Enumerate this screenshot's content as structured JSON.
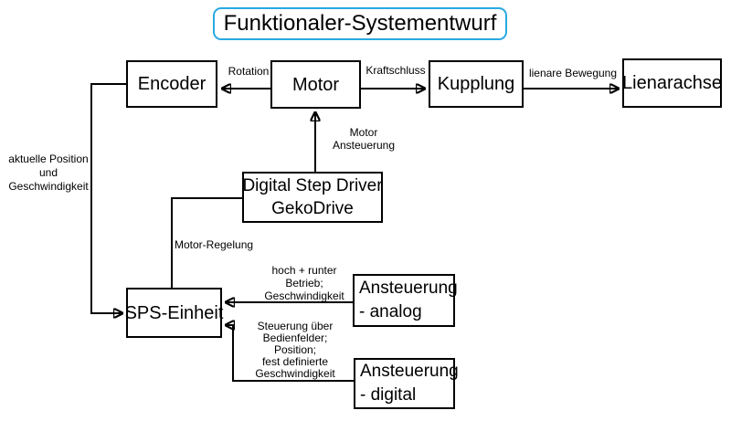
{
  "title": {
    "text": "Funktionaler-Systementwurf"
  },
  "colors": {
    "title_border": "#29A9E1",
    "line": "#000000",
    "box_border": "#000000",
    "background": "#FFFFFF",
    "text": "#000000"
  },
  "nodes": {
    "encoder": {
      "label": "Encoder"
    },
    "motor": {
      "label": "Motor"
    },
    "kupplung": {
      "label": "Kupplung"
    },
    "lienarachse": {
      "label": "Lienarachse"
    },
    "driver": {
      "lines": [
        "Digital Step Driver",
        "GekoDrive"
      ]
    },
    "sps": {
      "label": "SPS-Einheit"
    },
    "analog": {
      "lines": [
        "Ansteuerung",
        "- analog"
      ]
    },
    "digital": {
      "lines": [
        "Ansteuerung",
        "- digital"
      ]
    }
  },
  "edges": {
    "motor_to_encoder": {
      "label": "Rotation"
    },
    "motor_to_kupplung": {
      "label": "Kraftschluss"
    },
    "kupplung_to_lienarachse": {
      "label": "lienare Bewegung"
    },
    "driver_to_motor": {
      "lines": [
        "Motor",
        "Ansteuerung"
      ]
    },
    "sps_to_driver": {
      "label": "Motor-Regelung"
    },
    "encoder_to_sps": {
      "lines": [
        "aktuelle Position",
        "und",
        "Geschwindigkeit"
      ]
    },
    "analog_to_sps": {
      "lines": [
        "hoch + runter",
        "Betrieb;",
        "Geschwindigkeit"
      ]
    },
    "digital_to_sps": {
      "lines": [
        "Steuerung über",
        "Bedienfelder;",
        "Position;",
        "fest definierte",
        "Geschwindigkeit"
      ]
    }
  }
}
